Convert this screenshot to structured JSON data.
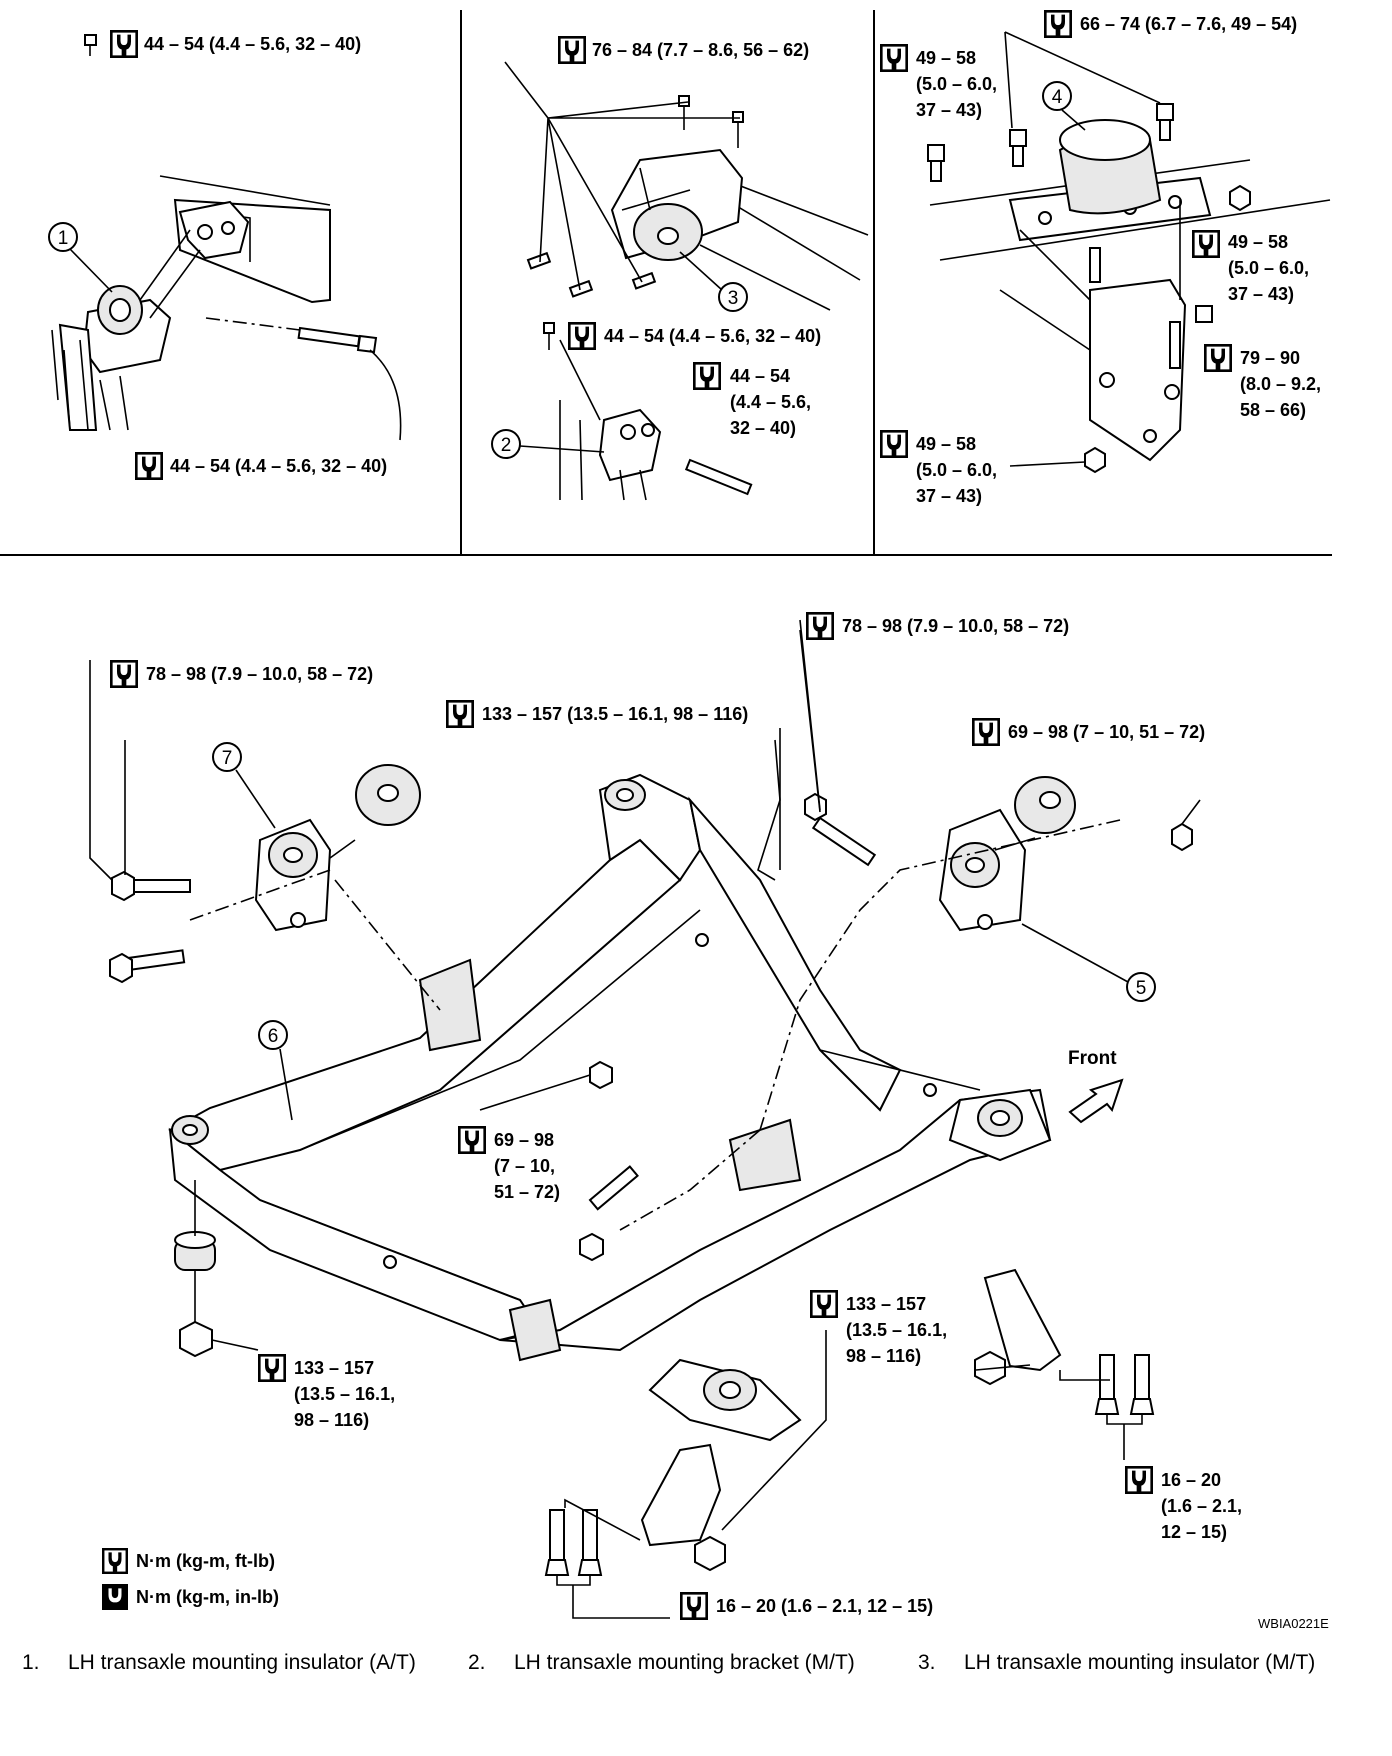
{
  "torque_specs": {
    "p1_top": "44 – 54 (4.4 – 5.6, 32 – 40)",
    "p1_bottom": "44 – 54 (4.4 – 5.6, 32 – 40)",
    "p2_top": "76 – 84 (7.7 – 8.6, 56 – 62)",
    "p2_mid": "44 – 54 (4.4 – 5.6, 32 – 40)",
    "p2_right": [
      "44 – 54",
      "(4.4 – 5.6,",
      "32 – 40)"
    ],
    "p3_top": "66 – 74 (6.7 – 7.6, 49 – 54)",
    "p3_left": [
      "49 – 58",
      "(5.0 – 6.0,",
      "37 – 43)"
    ],
    "p3_right": [
      "49 – 58",
      "(5.0 – 6.0,",
      "37 – 43)"
    ],
    "p3_stud": [
      "79 – 90",
      "(8.0 – 9.2,",
      "58 – 66)"
    ],
    "p3_nut": [
      "49 – 58",
      "(5.0 – 6.0,",
      "37 – 43)"
    ],
    "main_78_left": "78 – 98 (7.9 – 10.0, 58 – 72)",
    "main_78_right": "78 – 98 (7.9 – 10.0, 58 – 72)",
    "main_133_top": "133 – 157 (13.5 – 16.1, 98 – 116)",
    "main_69_right": "69 – 98 (7 – 10, 51 – 72)",
    "main_69_center": [
      "69 – 98",
      "(7 – 10,",
      "51 – 72)"
    ],
    "main_133_left": [
      "133 – 157",
      "(13.5 – 16.1,",
      "98 – 116)"
    ],
    "main_133_right": [
      "133 – 157",
      "(13.5 – 16.1,",
      "98 – 116)"
    ],
    "main_16_right": [
      "16 – 20",
      "(1.6 – 2.1,",
      "12 – 15)"
    ],
    "main_16_bottom": "16 – 20 (1.6 – 2.1, 12 – 15)"
  },
  "callouts": [
    "1",
    "2",
    "3",
    "4",
    "5",
    "6",
    "7"
  ],
  "front_label": "Front",
  "units_legend": {
    "ft_lb": "N·m (kg-m, ft-lb)",
    "in_lb": "N·m (kg-m, in-lb)"
  },
  "figure_ref": "WBIA0221E",
  "parts_legend": [
    {
      "num": "1.",
      "text": "LH transaxle mounting insulator (A/T)"
    },
    {
      "num": "2.",
      "text": "LH transaxle mounting bracket (M/T)"
    },
    {
      "num": "3.",
      "text": "LH transaxle mounting insulator (M/T)"
    }
  ],
  "colors": {
    "ink": "#000000",
    "background": "#ffffff",
    "fill_light": "#e8e8e8"
  }
}
